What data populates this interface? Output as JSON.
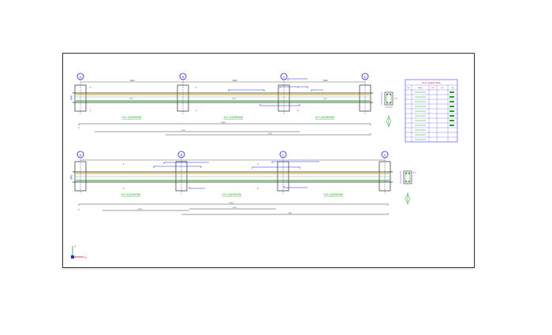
{
  "drawing": {
    "colors": {
      "axis": "#1e2bd6",
      "beam": "#2a2a2a",
      "rebar_top": "#c9a000",
      "rebar_bot": "#18a018",
      "dim": "#3a3a3a",
      "label": "#1ea11e",
      "red": "#d6101b",
      "table_border": "#3a3aff"
    },
    "beam1": {
      "axes": [
        "A",
        "B",
        "C",
        "D"
      ],
      "span_labels": [
        "KL1-1(3)250x500",
        "KL1-1(3)250x500",
        "KL1-1(3)250x500"
      ]
    },
    "beam2": {
      "axes": [
        "A",
        "B",
        "C",
        "D"
      ],
      "span_labels": [
        "KL2-1(3)250x500",
        "KL2-1(3)250x500",
        "KL2-1(3)250x500"
      ]
    },
    "table": {
      "title": "KL1-1 Rebar Table",
      "header": [
        "No.",
        "Shape",
        "Dia",
        "Len",
        "Qty"
      ]
    },
    "ucs": {
      "x": "X",
      "y": "Y"
    }
  }
}
